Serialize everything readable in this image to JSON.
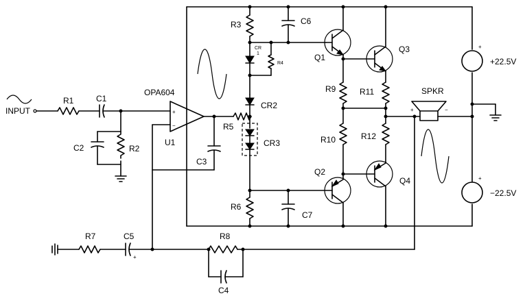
{
  "labels": {
    "input": "INPUT",
    "r1": "R1",
    "c1": "C1",
    "c2": "C2",
    "r2": "R2",
    "opamp": "OPA604",
    "u1": "U1",
    "r5": "R5",
    "c3": "C3",
    "r3": "R3",
    "c6": "C6",
    "cr1": "CR",
    "cr1b": "1",
    "r4": "R4",
    "cr2": "CR2",
    "cr3": "CR3",
    "r6": "R6",
    "c7": "C7",
    "q1": "Q1",
    "q2": "Q2",
    "q3": "Q3",
    "q4": "Q4",
    "r9": "R9",
    "r10": "R10",
    "r11": "R11",
    "r12": "R12",
    "spkr": "SPKR",
    "vpos": "+22.5V",
    "vneg": "−22.5V",
    "r7": "R7",
    "c5": "C5",
    "r8": "R8",
    "c4": "C4",
    "plus": "+",
    "minus": "−"
  }
}
